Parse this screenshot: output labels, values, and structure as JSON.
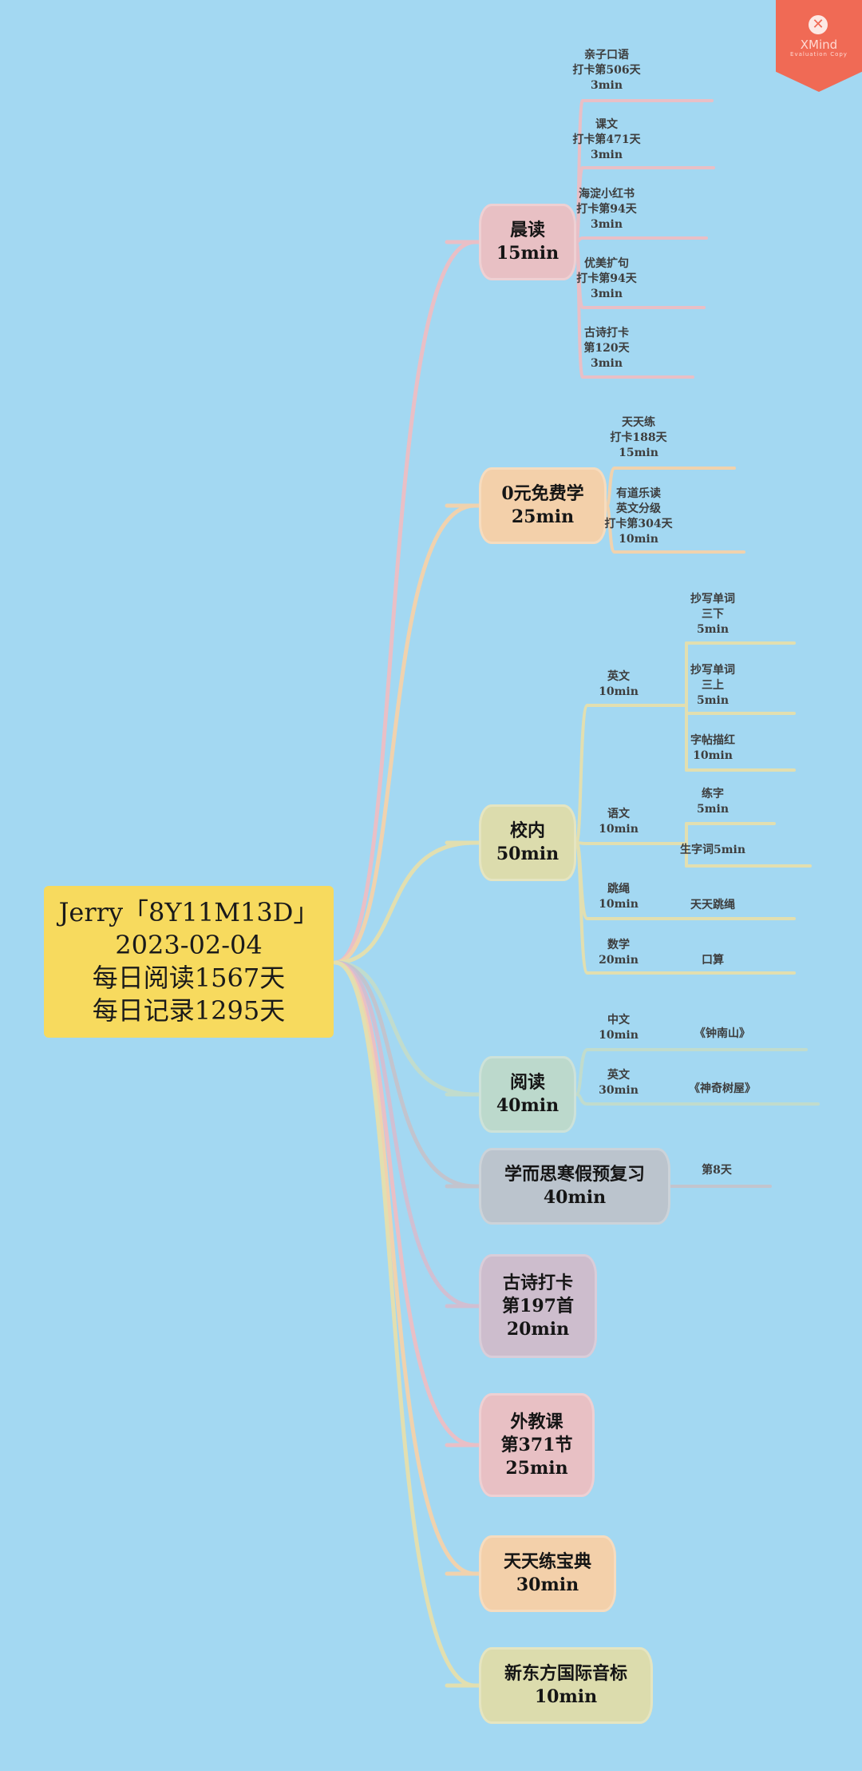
{
  "watermark": {
    "brand": "XMind",
    "caption": "Evaluation Copy",
    "close_symbol": "✕"
  },
  "root": {
    "lines": [
      "Jerry「8Y11M13D」",
      "2023-02-04",
      "每日阅读1567天",
      "每日记录1295天"
    ]
  },
  "branches": [
    {
      "id": "morning",
      "color": "#e8c0c4",
      "line": "#e9bfc6",
      "lines": [
        "晨读",
        "15min"
      ],
      "leaves": [
        {
          "lines": [
            "亲子口语",
            "打卡第506天",
            "3min"
          ]
        },
        {
          "lines": [
            "课文",
            "打卡第471天",
            "3min"
          ]
        },
        {
          "lines": [
            "海淀小红书",
            "打卡第94天",
            "3min"
          ]
        },
        {
          "lines": [
            "优美扩句",
            "打卡第94天",
            "3min"
          ]
        },
        {
          "lines": [
            "古诗打卡",
            "第120天",
            "3min"
          ]
        }
      ]
    },
    {
      "id": "free",
      "color": "#f3d0aa",
      "line": "#f0d2ae",
      "lines": [
        "0元免费学",
        "25min"
      ],
      "leaves": [
        {
          "lines": [
            "天天练",
            "打卡188天",
            "15min"
          ]
        },
        {
          "lines": [
            "有道乐读",
            "英文分级",
            "打卡第304天",
            "10min"
          ]
        }
      ]
    },
    {
      "id": "school",
      "color": "#dcdcad",
      "line": "#e2dfb0",
      "lines": [
        "校内",
        "50min"
      ],
      "subs": [
        {
          "lines": [
            "英文",
            "10min"
          ],
          "leaves": [
            {
              "lines": [
                "抄写单词",
                "三下",
                "5min"
              ]
            },
            {
              "lines": [
                "抄写单词",
                "三上",
                "5min"
              ]
            },
            {
              "lines": [
                "字帖描红",
                "10min"
              ]
            }
          ]
        },
        {
          "lines": [
            "语文",
            "10min"
          ],
          "leaves": [
            {
              "lines": [
                "练字",
                "5min"
              ]
            },
            {
              "lines": [
                "生字词5min"
              ]
            }
          ]
        },
        {
          "lines": [
            "跳绳",
            "10min"
          ],
          "leaves": [
            {
              "lines": [
                "天天跳绳"
              ]
            }
          ]
        },
        {
          "lines": [
            "数学",
            "20min"
          ],
          "leaves": [
            {
              "lines": [
                "口算"
              ]
            }
          ]
        }
      ]
    },
    {
      "id": "reading",
      "color": "#bcd9cc",
      "line": "#c1dccd",
      "lines": [
        "阅读",
        "40min"
      ],
      "subs": [
        {
          "lines": [
            "中文",
            "10min"
          ],
          "leaves": [
            {
              "lines": [
                "《钟南山》"
              ]
            }
          ]
        },
        {
          "lines": [
            "英文",
            "30min"
          ],
          "leaves": [
            {
              "lines": [
                "《神奇树屋》"
              ]
            }
          ]
        }
      ]
    },
    {
      "id": "xueersi",
      "color": "#bbc4cd",
      "line": "#c2c4ce",
      "lines": [
        "学而思寒假预复习",
        "40min"
      ],
      "leaves": [
        {
          "lines": [
            "第8天"
          ]
        }
      ]
    },
    {
      "id": "poem",
      "color": "#cdbdcd",
      "line": "#d1bfd2",
      "lines": [
        "古诗打卡",
        "第197首",
        "20min"
      ]
    },
    {
      "id": "foreign",
      "color": "#e8c0c4",
      "line": "#e9bfc6",
      "lines": [
        "外教课",
        "第371节",
        "25min"
      ]
    },
    {
      "id": "daily",
      "color": "#f3d0aa",
      "line": "#f0d2ae",
      "lines": [
        "天天练宝典",
        "30min"
      ]
    },
    {
      "id": "xdf",
      "color": "#dcdcad",
      "line": "#e2dfb0",
      "lines": [
        "新东方国际音标",
        "10min"
      ]
    }
  ]
}
